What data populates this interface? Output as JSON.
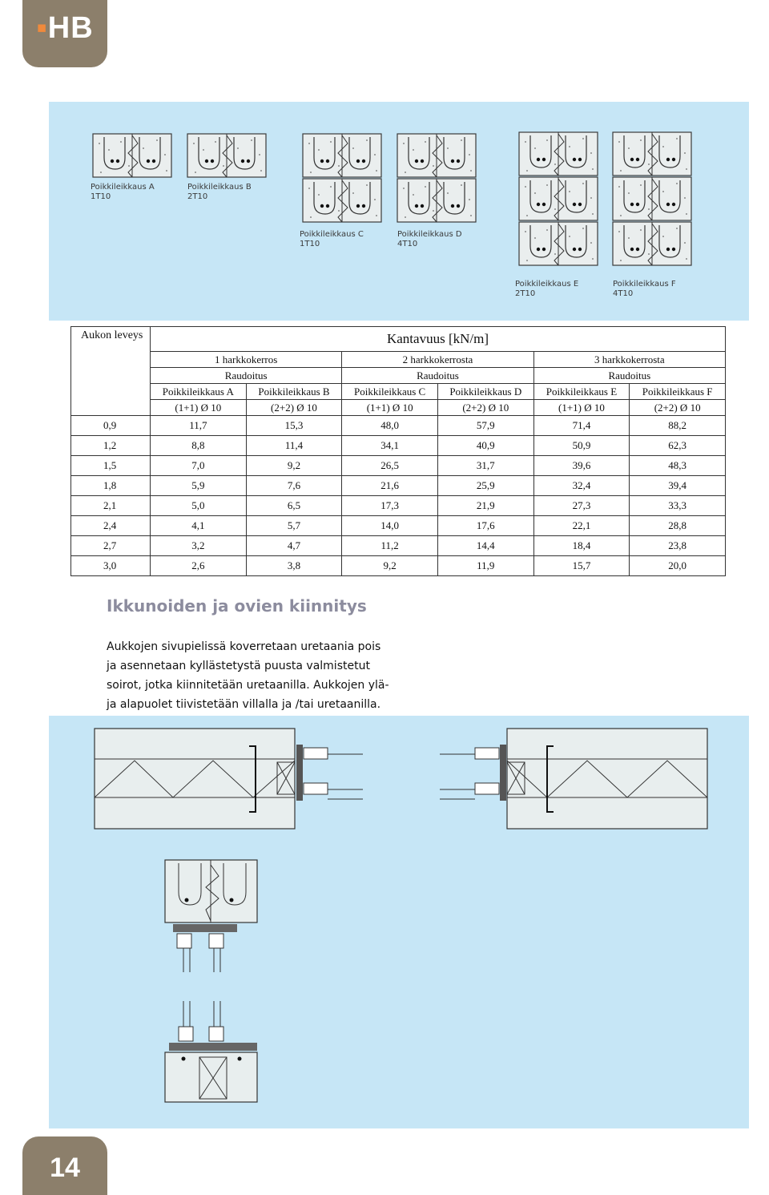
{
  "brand": {
    "logo_text": "HB"
  },
  "sections": [
    {
      "name": "Poikkileikkaus A",
      "code": "1T10"
    },
    {
      "name": "Poikkileikkaus B",
      "code": "2T10"
    },
    {
      "name": "Poikkileikkaus C",
      "code": "1T10"
    },
    {
      "name": "Poikkileikkaus D",
      "code": "4T10"
    },
    {
      "name": "Poikkileikkaus E",
      "code": "2T10"
    },
    {
      "name": "Poikkileikkaus F",
      "code": "4T10"
    }
  ],
  "table": {
    "corner_label": "Aukon leveys",
    "title": "Kantavuus [kN/m]",
    "groups": [
      "1 harkkokerros",
      "2 harkkokerrosta",
      "3 harkkokerrosta"
    ],
    "reinforcement_label": "Raudoitus",
    "columns": [
      "Poikkileikkaus A",
      "Poikkileikkaus B",
      "Poikkileikkaus C",
      "Poikkileikkaus D",
      "Poikkileikkaus E",
      "Poikkileikkaus F"
    ],
    "reinforcement": [
      "(1+1) Ø 10",
      "(2+2) Ø 10",
      "(1+1) Ø 10",
      "(2+2) Ø 10",
      "(1+1) Ø 10",
      "(2+2) Ø 10"
    ],
    "rows": [
      {
        "width": "0,9",
        "values": [
          "11,7",
          "15,3",
          "48,0",
          "57,9",
          "71,4",
          "88,2"
        ]
      },
      {
        "width": "1,2",
        "values": [
          "8,8",
          "11,4",
          "34,1",
          "40,9",
          "50,9",
          "62,3"
        ]
      },
      {
        "width": "1,5",
        "values": [
          "7,0",
          "9,2",
          "26,5",
          "31,7",
          "39,6",
          "48,3"
        ]
      },
      {
        "width": "1,8",
        "values": [
          "5,9",
          "7,6",
          "21,6",
          "25,9",
          "32,4",
          "39,4"
        ]
      },
      {
        "width": "2,1",
        "values": [
          "5,0",
          "6,5",
          "17,3",
          "21,9",
          "27,3",
          "33,3"
        ]
      },
      {
        "width": "2,4",
        "values": [
          "4,1",
          "5,7",
          "14,0",
          "17,6",
          "22,1",
          "28,8"
        ]
      },
      {
        "width": "2,7",
        "values": [
          "3,2",
          "4,7",
          "11,2",
          "14,4",
          "18,4",
          "23,8"
        ]
      },
      {
        "width": "3,0",
        "values": [
          "2,6",
          "3,8",
          "9,2",
          "11,9",
          "15,7",
          "20,0"
        ]
      }
    ]
  },
  "article": {
    "title": "Ikkunoiden ja ovien kiinnitys",
    "lines": [
      "Aukkojen sivupielissä koverretaan uretaania pois",
      "ja asennetaan kyllästetystä puusta valmistetut",
      "soirot, jotka kiinnitetään uretaanilla. Aukkojen ylä-",
      "ja alapuolet tiivistetään villalla ja /tai uretaanilla."
    ]
  },
  "page_number": "14",
  "colors": {
    "brand_tab": "#8c7f6b",
    "panel": "#c6e6f6",
    "title": "#8c8c9e"
  }
}
